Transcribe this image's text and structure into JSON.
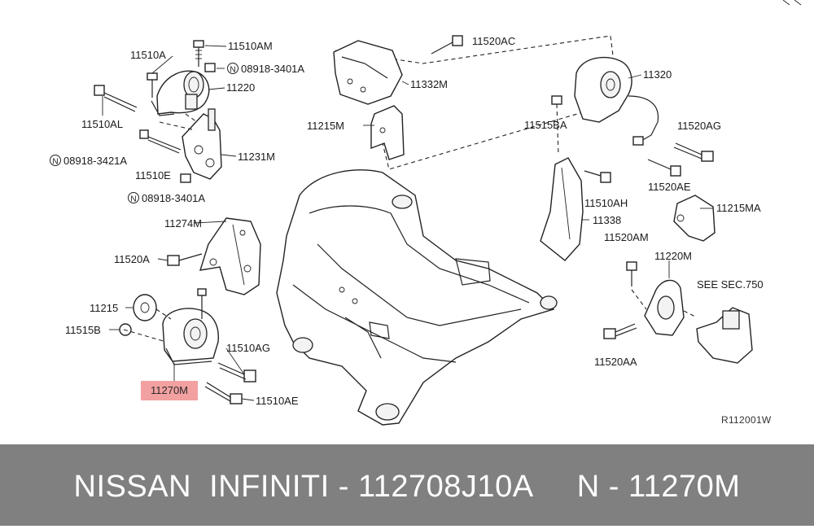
{
  "diagram": {
    "labels": {
      "l11510A": "11510A",
      "l11510AM": "11510AM",
      "l08918_3401A_top": "08918-3401A",
      "l11220": "11220",
      "l11510AL": "11510AL",
      "l08918_3421A": "08918-3421A",
      "l11231M": "11231M",
      "l11510E": "11510E",
      "l08918_3401A_bot": "08918-3401A",
      "l11274M": "11274M",
      "l11520A": "11520A",
      "l11215": "11215",
      "l11515B": "11515B",
      "l11510AG": "11510AG",
      "l11510AE": "11510AE",
      "l11520AC": "11520AC",
      "l11332M": "11332M",
      "l11215M": "11215M",
      "l11320": "11320",
      "l11515BA": "11515BA",
      "l11520AG": "11520AG",
      "l11510AH": "11510AH",
      "l11520AE": "11520AE",
      "l11338": "11338",
      "l11215MA": "11215MA",
      "l11520AM": "11520AM",
      "l11220M": "11220M",
      "lSEE_SEC": "SEE SEC.750",
      "l11520AA": "11520AA"
    },
    "circled_marker": "N",
    "highlighted_part": "11270M",
    "highlight_color": "#f2a0a0",
    "reference_code": "R112001W"
  },
  "footer": {
    "text": "NISSAN  INFINITI - 112708J10A     N - 11270M",
    "background": "#808080"
  }
}
